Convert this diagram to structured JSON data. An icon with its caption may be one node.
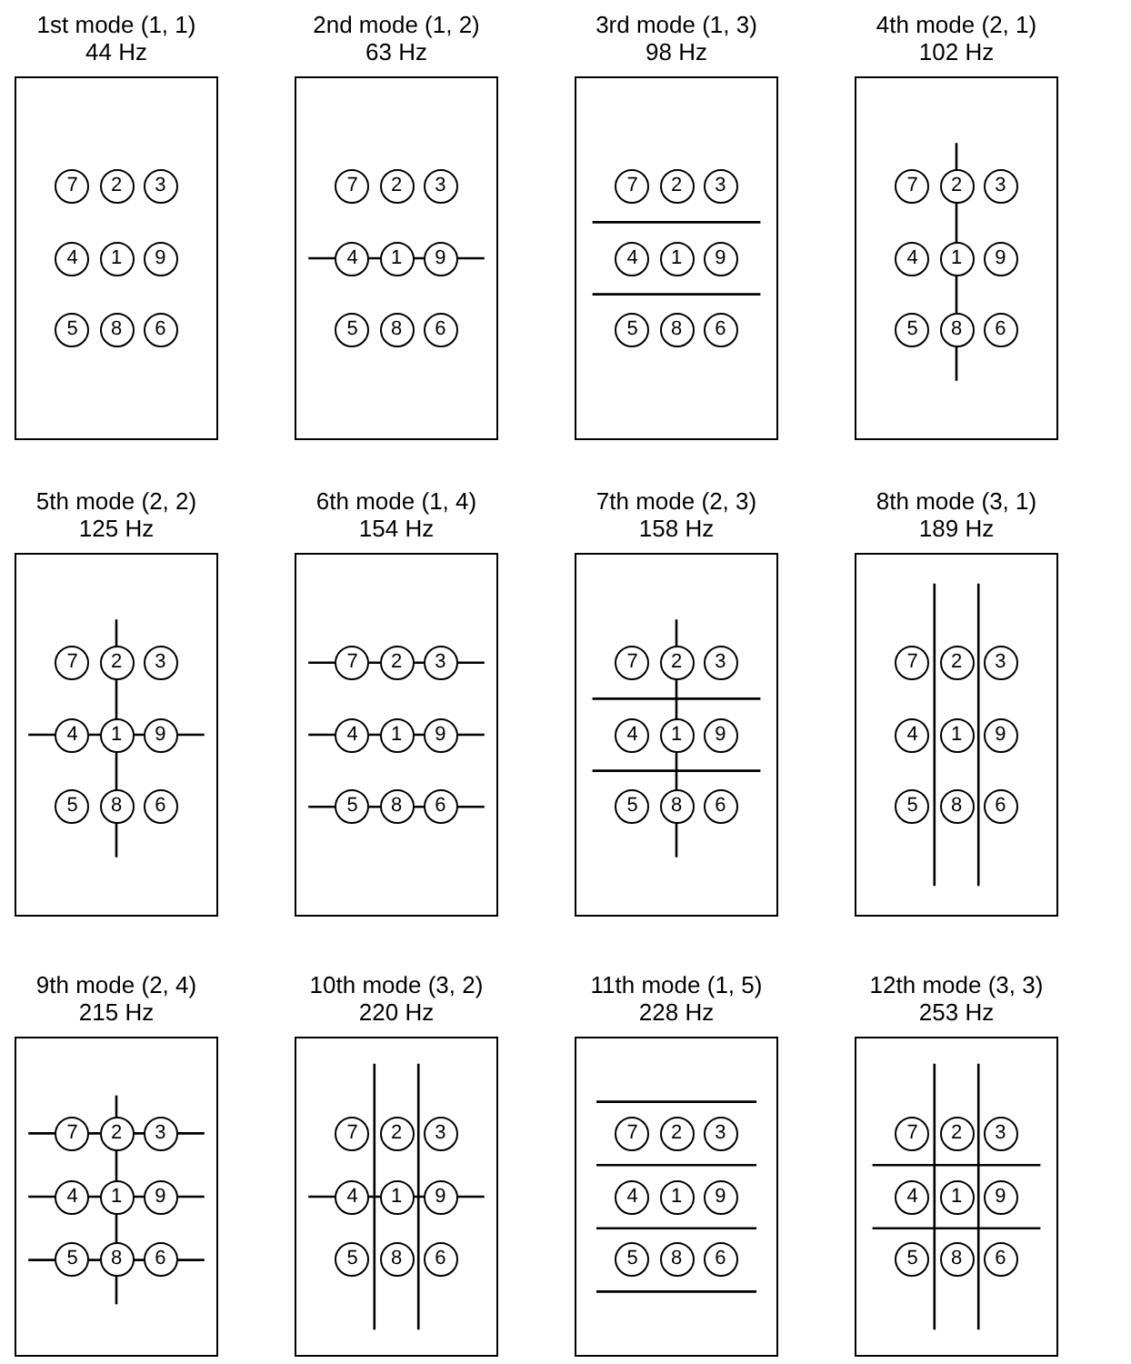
{
  "diagram": {
    "nodes": [
      {
        "text": [
          "1st mode (1, 1)",
          "44 Hz"
        ]
      },
      {
        "text": [
          "7"
        ],
        "in": 0
      },
      {
        "text": [
          "2"
        ],
        "in": 0
      },
      {
        "text": [
          "3"
        ],
        "in": 0
      },
      {
        "text": [
          "4"
        ],
        "in": 0
      },
      {
        "text": [
          "1"
        ],
        "in": 0
      },
      {
        "text": [
          "9"
        ],
        "in": 0
      },
      {
        "text": [
          "5"
        ],
        "in": 0
      },
      {
        "text": [
          "8"
        ],
        "in": 0
      },
      {
        "text": [
          "6"
        ],
        "in": 0
      },
      {
        "text": [
          "2nd mode (1, 2)",
          "63 Hz"
        ]
      },
      {
        "text": [
          "7"
        ],
        "in": 10
      },
      {
        "text": [
          "2"
        ],
        "in": 10
      },
      {
        "text": [
          "3"
        ],
        "in": 10
      },
      {
        "text": [
          "4"
        ],
        "in": 10
      },
      {
        "text": [
          "1"
        ],
        "in": 10
      },
      {
        "text": [
          "9"
        ],
        "in": 10
      },
      {
        "text": [
          "5"
        ],
        "in": 10
      },
      {
        "text": [
          "8"
        ],
        "in": 10
      },
      {
        "text": [
          "6"
        ],
        "in": 10
      },
      {
        "text": [
          "3rd mode (1, 3)",
          "98 Hz"
        ]
      },
      {
        "text": [
          "7"
        ],
        "in": 20
      },
      {
        "text": [
          "2"
        ],
        "in": 20
      },
      {
        "text": [
          "3"
        ],
        "in": 20
      },
      {
        "text": [
          "4"
        ],
        "in": 20
      },
      {
        "text": [
          "1"
        ],
        "in": 20
      },
      {
        "text": [
          "9"
        ],
        "in": 20
      },
      {
        "text": [
          "5"
        ],
        "in": 20
      },
      {
        "text": [
          "8"
        ],
        "in": 20
      },
      {
        "text": [
          "6"
        ],
        "in": 20
      },
      {
        "text": [
          "4th mode (2, 1)",
          "102 Hz"
        ]
      },
      {
        "text": [
          "7"
        ],
        "in": 30
      },
      {
        "text": [
          "2"
        ],
        "in": 30
      },
      {
        "text": [
          "3"
        ],
        "in": 30
      },
      {
        "text": [
          "4"
        ],
        "in": 30
      },
      {
        "text": [
          "1"
        ],
        "in": 30
      },
      {
        "text": [
          "9"
        ],
        "in": 30
      },
      {
        "text": [
          "5"
        ],
        "in": 30
      },
      {
        "text": [
          "8"
        ],
        "in": 30
      },
      {
        "text": [
          "6"
        ],
        "in": 30
      },
      {
        "text": [
          "5th mode (2, 2)",
          "125 Hz"
        ]
      },
      {
        "text": [
          "7"
        ],
        "in": 40
      },
      {
        "text": [
          "2"
        ],
        "in": 40
      },
      {
        "text": [
          "3"
        ],
        "in": 40
      },
      {
        "text": [
          "4"
        ],
        "in": 40
      },
      {
        "text": [
          "1"
        ],
        "in": 40
      },
      {
        "text": [
          "9"
        ],
        "in": 40
      },
      {
        "text": [
          "5"
        ],
        "in": 40
      },
      {
        "text": [
          "8"
        ],
        "in": 40
      },
      {
        "text": [
          "6"
        ],
        "in": 40
      },
      {
        "text": [
          "6th mode (1, 4)",
          "154 Hz"
        ]
      },
      {
        "text": [
          "7"
        ],
        "in": 50
      },
      {
        "text": [
          "2"
        ],
        "in": 50
      },
      {
        "text": [
          "3"
        ],
        "in": 50
      },
      {
        "text": [
          "4"
        ],
        "in": 50
      },
      {
        "text": [
          "1"
        ],
        "in": 50
      },
      {
        "text": [
          "9"
        ],
        "in": 50
      },
      {
        "text": [
          "5"
        ],
        "in": 50
      },
      {
        "text": [
          "8"
        ],
        "in": 50
      },
      {
        "text": [
          "6"
        ],
        "in": 50
      },
      {
        "text": [
          "7th mode (2, 3)",
          "158 Hz"
        ]
      },
      {
        "text": [
          "7"
        ],
        "in": 60
      },
      {
        "text": [
          "2"
        ],
        "in": 60
      },
      {
        "text": [
          "3"
        ],
        "in": 60
      },
      {
        "text": [
          "4"
        ],
        "in": 60
      },
      {
        "text": [
          "1"
        ],
        "in": 60
      },
      {
        "text": [
          "9"
        ],
        "in": 60
      },
      {
        "text": [
          "5"
        ],
        "in": 60
      },
      {
        "text": [
          "8"
        ],
        "in": 60
      },
      {
        "text": [
          "6"
        ],
        "in": 60
      },
      {
        "text": [
          "8th mode (3, 1)",
          "189 Hz"
        ]
      },
      {
        "text": [
          "7"
        ],
        "in": 70
      },
      {
        "text": [
          "2"
        ],
        "in": 70
      },
      {
        "text": [
          "3"
        ],
        "in": 70
      },
      {
        "text": [
          "4"
        ],
        "in": 70
      },
      {
        "text": [
          "1"
        ],
        "in": 70
      },
      {
        "text": [
          "9"
        ],
        "in": 70
      },
      {
        "text": [
          "5"
        ],
        "in": 70
      },
      {
        "text": [
          "8"
        ],
        "in": 70
      },
      {
        "text": [
          "6"
        ],
        "in": 70
      },
      {
        "text": [
          "9th mode (2, 4)",
          "215 Hz"
        ]
      },
      {
        "text": [
          "7"
        ],
        "in": 80
      },
      {
        "text": [
          "2"
        ],
        "in": 80
      },
      {
        "text": [
          "3"
        ],
        "in": 80
      },
      {
        "text": [
          "4"
        ],
        "in": 80
      },
      {
        "text": [
          "1"
        ],
        "in": 80
      },
      {
        "text": [
          "9"
        ],
        "in": 80
      },
      {
        "text": [
          "5"
        ],
        "in": 80
      },
      {
        "text": [
          "8"
        ],
        "in": 80
      },
      {
        "text": [
          "6"
        ],
        "in": 80
      },
      {
        "text": [
          "10th mode (3, 2)",
          "220 Hz"
        ]
      },
      {
        "text": [
          "7"
        ],
        "in": 90
      },
      {
        "text": [
          "2"
        ],
        "in": 90
      },
      {
        "text": [
          "3"
        ],
        "in": 90
      },
      {
        "text": [
          "4"
        ],
        "in": 90
      },
      {
        "text": [
          "1"
        ],
        "in": 90
      },
      {
        "text": [
          "9"
        ],
        "in": 90
      },
      {
        "text": [
          "5"
        ],
        "in": 90
      },
      {
        "text": [
          "8"
        ],
        "in": 90
      },
      {
        "text": [
          "6"
        ],
        "in": 90
      },
      {
        "text": [
          "11th mode (1, 5)",
          "228 Hz"
        ]
      },
      {
        "text": [
          "7"
        ],
        "in": 100
      },
      {
        "text": [
          "2"
        ],
        "in": 100
      },
      {
        "text": [
          "3"
        ],
        "in": 100
      },
      {
        "text": [
          "4"
        ],
        "in": 100
      },
      {
        "text": [
          "1"
        ],
        "in": 100
      },
      {
        "text": [
          "9"
        ],
        "in": 100
      },
      {
        "text": [
          "5"
        ],
        "in": 100
      },
      {
        "text": [
          "8"
        ],
        "in": 100
      },
      {
        "text": [
          "6"
        ],
        "in": 100
      },
      {
        "text": [
          "12th mode (3, 3)",
          "253 Hz"
        ]
      },
      {
        "text": [
          "7"
        ],
        "in": 110
      },
      {
        "text": [
          "2"
        ],
        "in": 110
      },
      {
        "text": [
          "3"
        ],
        "in": 110
      },
      {
        "text": [
          "4"
        ],
        "in": 110
      },
      {
        "text": [
          "1"
        ],
        "in": 110
      },
      {
        "text": [
          "9"
        ],
        "in": 110
      },
      {
        "text": [
          "5"
        ],
        "in": 110
      },
      {
        "text": [
          "8"
        ],
        "in": 110
      },
      {
        "text": [
          "6"
        ],
        "in": 110
      }
    ]
  }
}
